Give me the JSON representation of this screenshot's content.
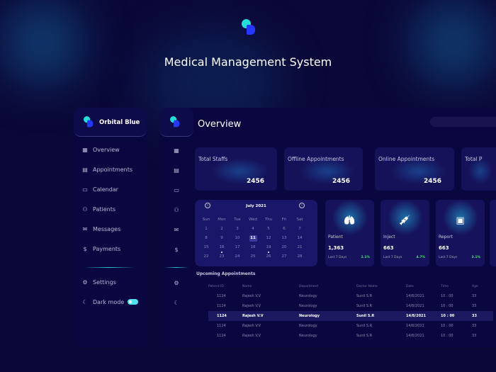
{
  "app": {
    "title": "Medical Management System",
    "brand": "Orbital Blue"
  },
  "sidebar": {
    "items": [
      {
        "label": "Overview",
        "icon": "grid-icon"
      },
      {
        "label": "Appointments",
        "icon": "layout-icon"
      },
      {
        "label": "Calendar",
        "icon": "calendar-icon"
      },
      {
        "label": "Patients",
        "icon": "users-icon"
      },
      {
        "label": "Messages",
        "icon": "mail-icon"
      },
      {
        "label": "Payments",
        "icon": "dollar-icon"
      }
    ],
    "settings": "Settings",
    "dark_mode": "Dark mode",
    "dark_mode_on": true
  },
  "main": {
    "title": "Overview",
    "stats": [
      {
        "label": "Total Staffs",
        "value": "2456"
      },
      {
        "label": "Offline Appointments",
        "value": "2456"
      },
      {
        "label": "Online Appointments",
        "value": "2456"
      },
      {
        "label": "Total P",
        "value": ""
      }
    ],
    "calendar": {
      "month": "July 2021",
      "days": [
        "Sun",
        "Mon",
        "Tue",
        "Wed",
        "Thu",
        "Fri",
        "Sat"
      ],
      "dates": [
        "1",
        "2",
        "3",
        "4",
        "5",
        "6",
        "7",
        "8",
        "9",
        "10",
        "11",
        "12",
        "13",
        "14",
        "15",
        "16",
        "17",
        "18",
        "19",
        "20",
        "21",
        "22",
        "23",
        "24",
        "25",
        "26",
        "27",
        "28"
      ],
      "selected": "11",
      "marked": [
        "16",
        "19"
      ]
    },
    "metrics": [
      {
        "name": "Patient",
        "value": "1,363",
        "period": "Last 7 Days",
        "change": "2.1%",
        "icon": "lungs-icon"
      },
      {
        "name": "Inject",
        "value": "663",
        "period": "Last 7 Days",
        "change": "4.7%",
        "icon": "syringe-icon"
      },
      {
        "name": "Report",
        "value": "663",
        "period": "Last 7 Days",
        "change": "3.1%",
        "icon": "monitor-icon"
      }
    ],
    "appointments": {
      "title": "Upcoming Appointments",
      "columns": [
        "Patient ID",
        "Name",
        "Department",
        "Doctor Name",
        "Date",
        "Time",
        "Age"
      ],
      "rows": [
        [
          "1124",
          "Rajesh V.V",
          "Neurology",
          "Sunil S.R",
          "14/8/2021",
          "10 : 00",
          "33"
        ],
        [
          "1124",
          "Rajesh V.V",
          "Neurology",
          "Sunil S.R",
          "14/8/2021",
          "10 : 00",
          "33"
        ],
        [
          "1124",
          "Rajesh V.V",
          "Neurology",
          "Sunil S.R",
          "14/8/2021",
          "10 : 00",
          "33"
        ],
        [
          "1124",
          "Rajesh V.V",
          "Neurology",
          "Sunil S.R",
          "14/8/2021",
          "10 : 00",
          "33"
        ],
        [
          "1124",
          "Rajesh V.V",
          "Neurology",
          "Sunil S.R",
          "14/8/2021",
          "10 : 00",
          "33"
        ]
      ],
      "highlighted": 2
    }
  },
  "colors": {
    "background": "#0a0838",
    "accent": "#22e0d8",
    "brand_blue": "#2438ff",
    "positive": "#3ef06a"
  }
}
